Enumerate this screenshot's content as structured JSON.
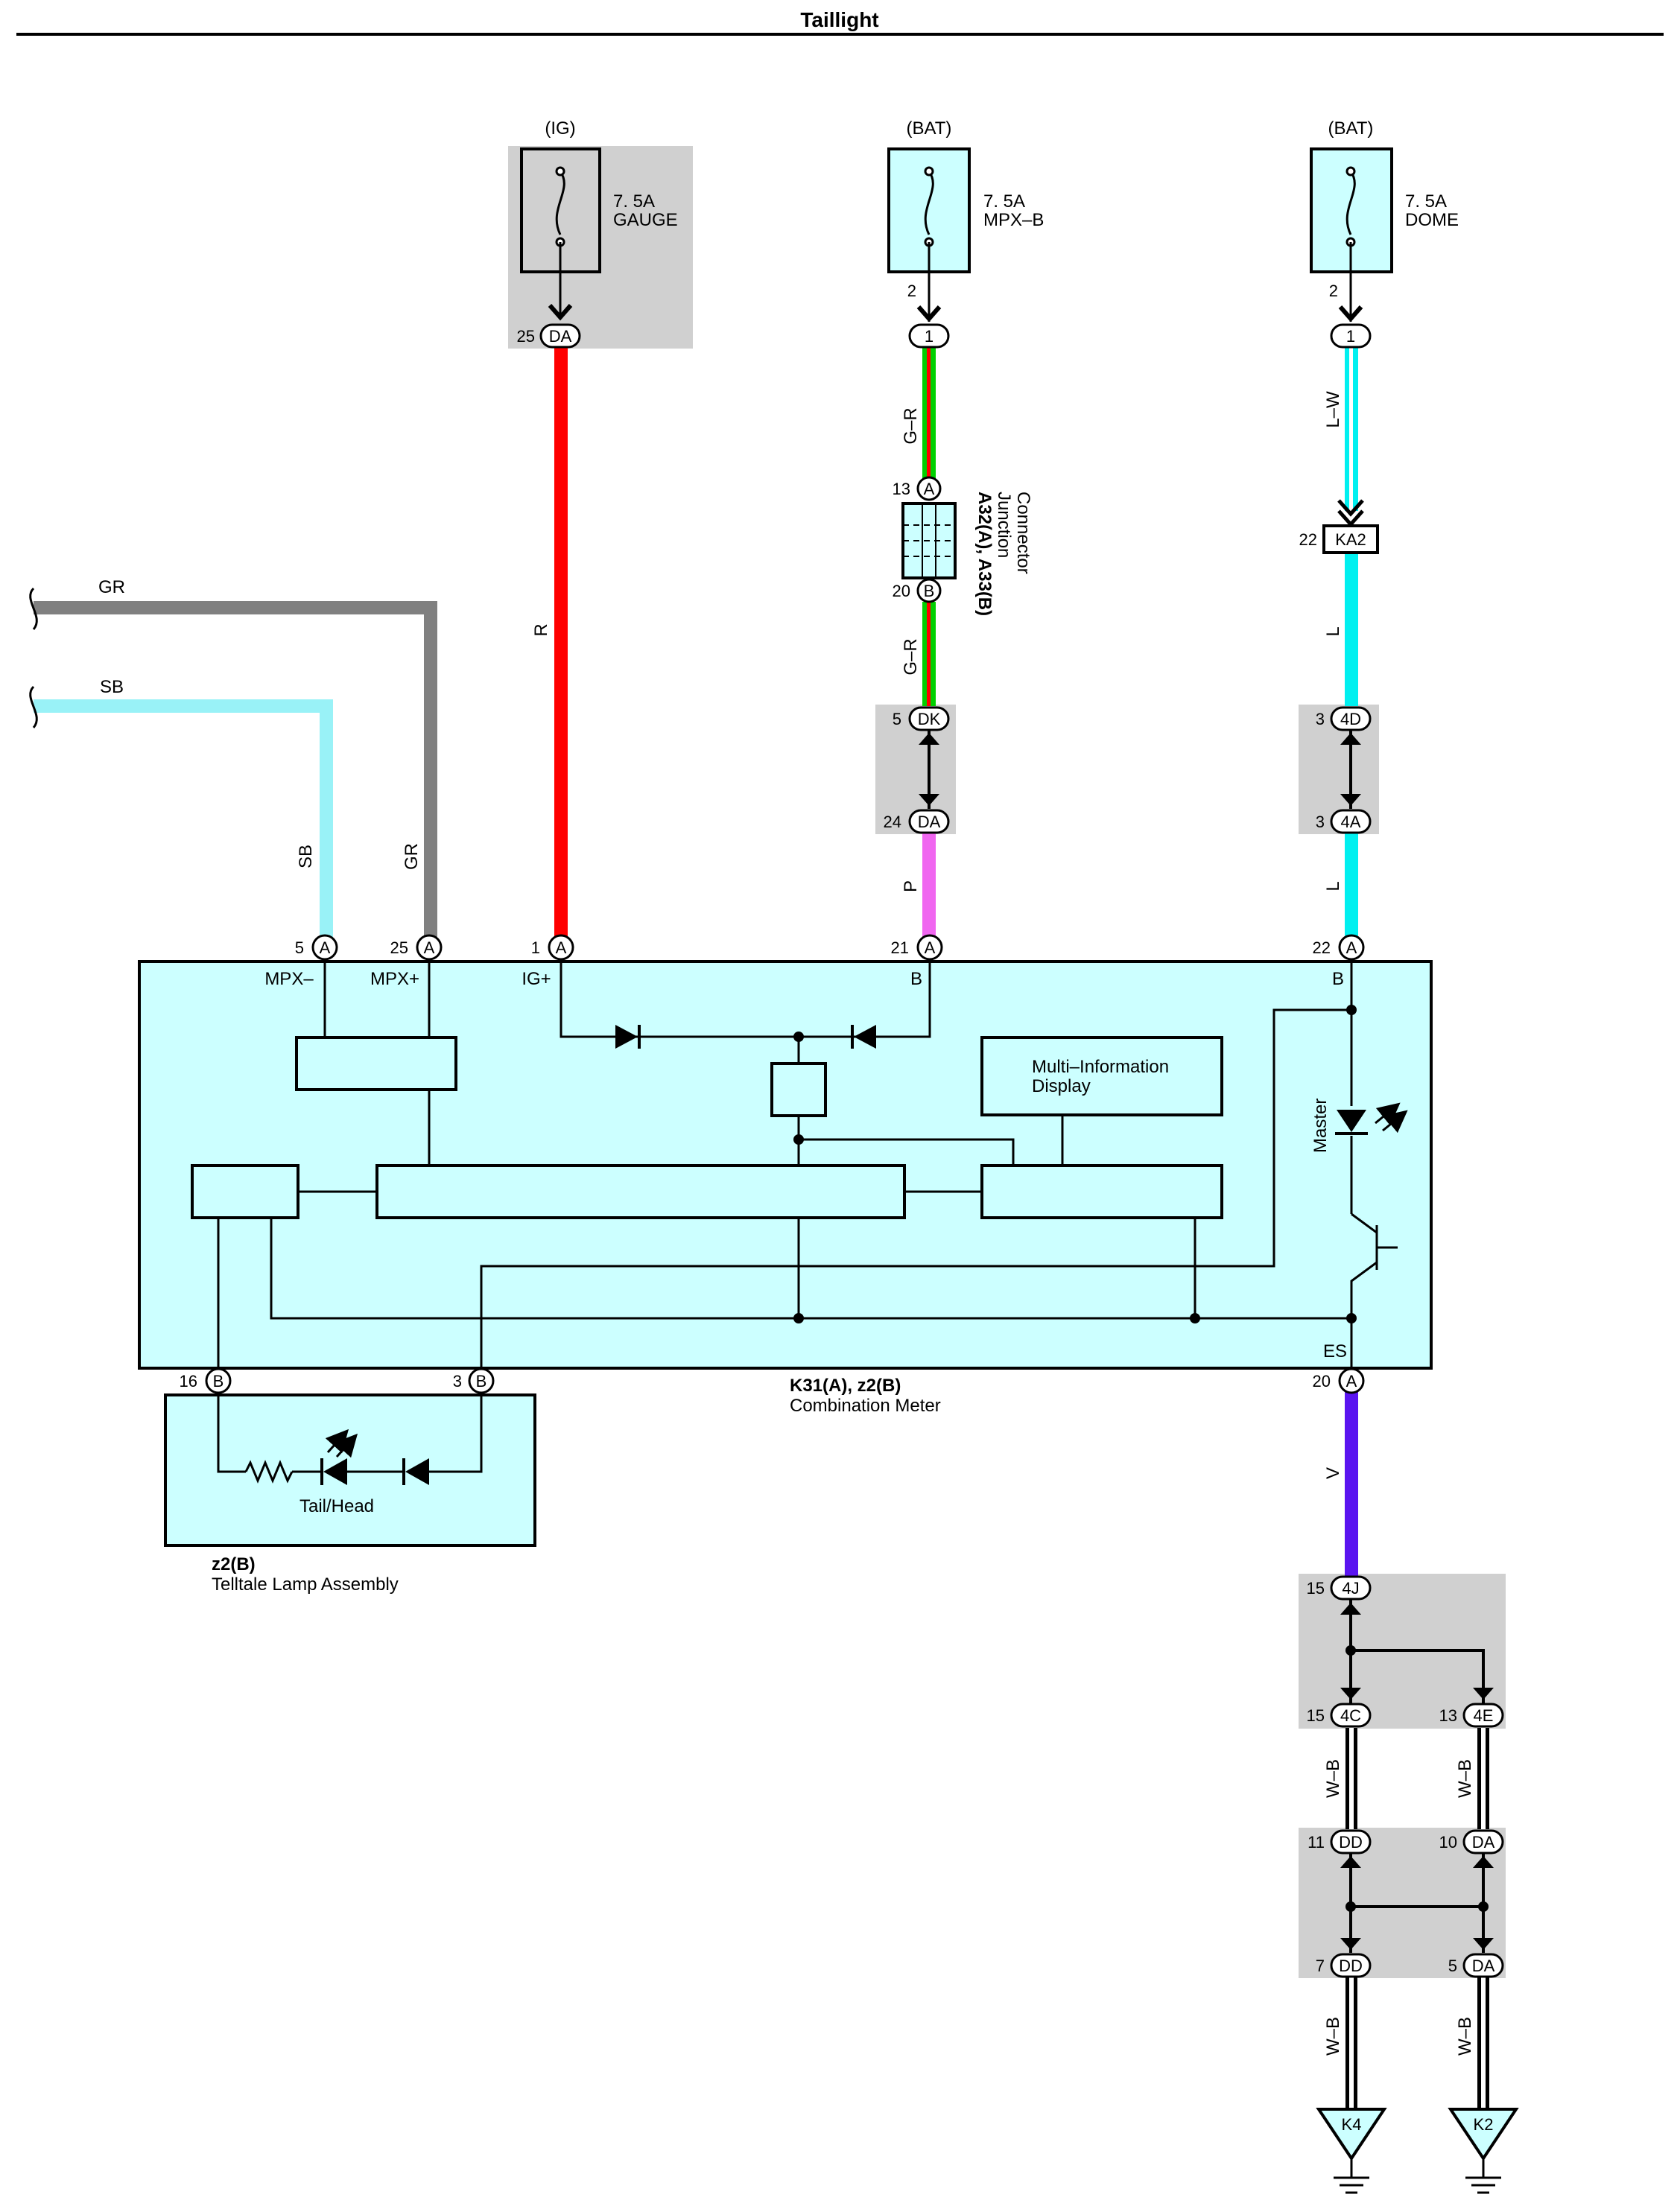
{
  "title": "Taillight",
  "colors": {
    "red": "#ff0000",
    "cyan": "#00f0f0",
    "light_blue": "#99f2f7",
    "gray": "#808080",
    "green": "#00d000",
    "pink": "#f066f0",
    "violet": "#5a14f0",
    "component_fill": "#ccffff",
    "shade": "#d0d0d0"
  },
  "fuses": [
    {
      "source": "(IG)",
      "rating": "7. 5A",
      "name": "GAUGE",
      "out_pin": "25",
      "out_conn": "DA"
    },
    {
      "source": "(BAT)",
      "rating": "7. 5A",
      "name": "MPX–B",
      "fuse_pin": "2",
      "out_conn": "1"
    },
    {
      "source": "(BAT)",
      "rating": "7. 5A",
      "name": "DOME",
      "fuse_pin": "2",
      "out_conn": "1"
    }
  ],
  "wires": {
    "gr": "GR",
    "sb": "SB",
    "r": "R",
    "g_r_upper": "G–R",
    "g_r_lower": "G–R",
    "p": "P",
    "l_w": "L–W",
    "l_upper": "L",
    "l_lower": "L",
    "v": "V",
    "w_b": "W–B"
  },
  "junction": {
    "pin_a": "13",
    "conn_a": "A",
    "pin_b": "20",
    "conn_b": "B",
    "name_line1": "A32(A), A33(B)",
    "name_line2": "Junction",
    "name_line3": "Connector"
  },
  "connectors": {
    "ka2_pin": "22",
    "ka2": "KA2",
    "dk_pin": "5",
    "dk": "DK",
    "da24_pin": "24",
    "da24": "DA",
    "d4_pin": "3",
    "d4": "4D",
    "a4_pin": "3",
    "a4": "4A",
    "j4_pin": "15",
    "j4": "4J",
    "c4_pin": "15",
    "c4": "4C",
    "e4_pin": "13",
    "e4": "4E",
    "dd11_pin": "11",
    "dd11": "DD",
    "da10_pin": "10",
    "da10": "DA",
    "dd7_pin": "7",
    "dd7": "DD",
    "da5_pin": "5",
    "da5": "DA"
  },
  "meter": {
    "pins_top": [
      {
        "num": "5",
        "conn": "A",
        "label": "MPX–"
      },
      {
        "num": "25",
        "conn": "A",
        "label": "MPX+"
      },
      {
        "num": "1",
        "conn": "A",
        "label": "IG+"
      },
      {
        "num": "21",
        "conn": "A",
        "label": "B"
      },
      {
        "num": "22",
        "conn": "A",
        "label": "B"
      }
    ],
    "pins_bottom": [
      {
        "num": "16",
        "conn": "B"
      },
      {
        "num": "3",
        "conn": "B"
      },
      {
        "num": "20",
        "conn": "A",
        "label": "ES"
      }
    ],
    "mid_line1": "Multi–Information",
    "mid_line2": "Display",
    "master": "Master",
    "name_line1": "K31(A), z2(B)",
    "name_line2": "Combination Meter"
  },
  "telltale": {
    "inner_label": "Tail/Head",
    "name_line1": "z2(B)",
    "name_line2": "Telltale Lamp Assembly"
  },
  "grounds": [
    "K4",
    "K2"
  ]
}
